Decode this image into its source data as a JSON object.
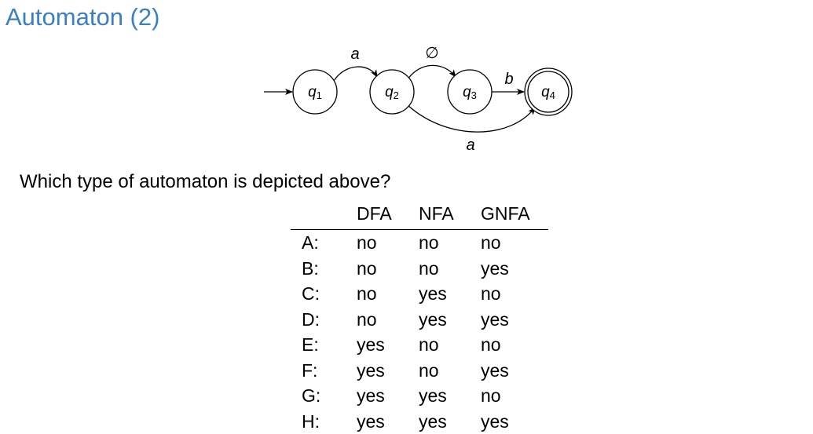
{
  "slide": {
    "title": "Automaton (2)",
    "title_color": "#3a7fc1"
  },
  "diagram": {
    "states": [
      {
        "id": "q1",
        "letter": "q",
        "sub": "1",
        "start": true,
        "accept": false
      },
      {
        "id": "q2",
        "letter": "q",
        "sub": "2",
        "start": false,
        "accept": false
      },
      {
        "id": "q3",
        "letter": "q",
        "sub": "3",
        "start": false,
        "accept": false
      },
      {
        "id": "q4",
        "letter": "q",
        "sub": "4",
        "start": false,
        "accept": true
      }
    ],
    "transitions": [
      {
        "from": "q1",
        "to": "q2",
        "label": "a"
      },
      {
        "from": "q2",
        "to": "q3",
        "label": "∅"
      },
      {
        "from": "q3",
        "to": "q4",
        "label": "b"
      },
      {
        "from": "q2",
        "to": "q4",
        "label": "a"
      }
    ]
  },
  "question": "Which type of automaton is depicted above?",
  "table": {
    "headers": [
      "",
      "DFA",
      "NFA",
      "GNFA"
    ],
    "rows": [
      {
        "key": "A:",
        "dfa": "no",
        "nfa": "no",
        "gnfa": "no"
      },
      {
        "key": "B:",
        "dfa": "no",
        "nfa": "no",
        "gnfa": "yes"
      },
      {
        "key": "C:",
        "dfa": "no",
        "nfa": "yes",
        "gnfa": "no"
      },
      {
        "key": "D:",
        "dfa": "no",
        "nfa": "yes",
        "gnfa": "yes"
      },
      {
        "key": "E:",
        "dfa": "yes",
        "nfa": "no",
        "gnfa": "no"
      },
      {
        "key": "F:",
        "dfa": "yes",
        "nfa": "no",
        "gnfa": "yes"
      },
      {
        "key": "G:",
        "dfa": "yes",
        "nfa": "yes",
        "gnfa": "no"
      },
      {
        "key": "H:",
        "dfa": "yes",
        "nfa": "yes",
        "gnfa": "yes"
      }
    ]
  }
}
